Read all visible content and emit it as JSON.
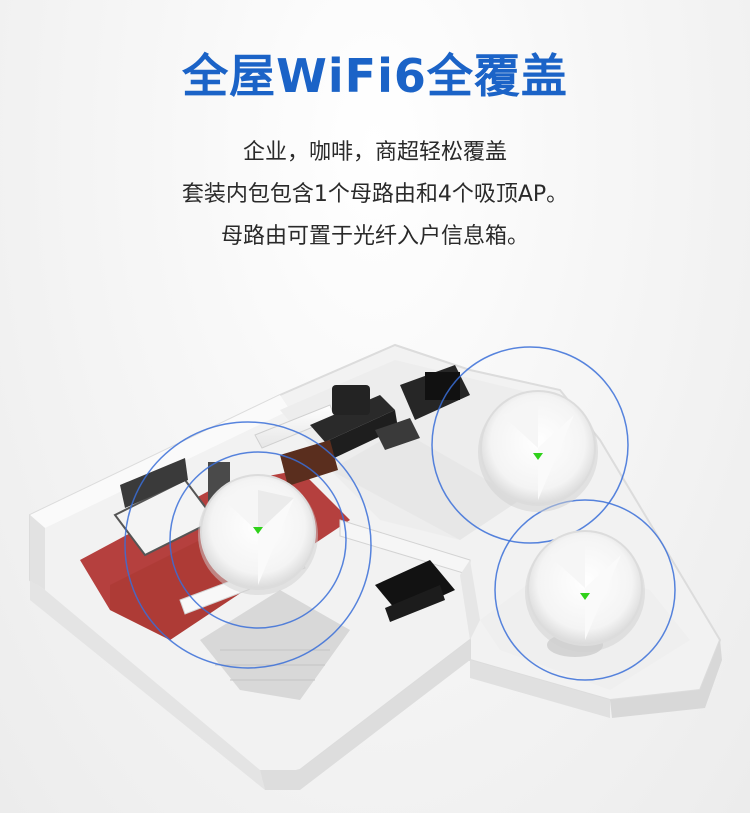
{
  "heading": "全屋WiFi6全覆盖",
  "description": [
    "企业，咖啡，商超轻松覆盖",
    "套装内包包含1个母路由和4个吸顶AP。",
    "母路由可置于光纤入户信息箱。"
  ],
  "colors": {
    "title": "#1b63c7",
    "signal_ring": "#3a6fd8",
    "floor_red": "#b5403e",
    "indicator": "#2fd11a",
    "wall": "#ffffff"
  },
  "device_icon": "ceiling-ap-icon"
}
